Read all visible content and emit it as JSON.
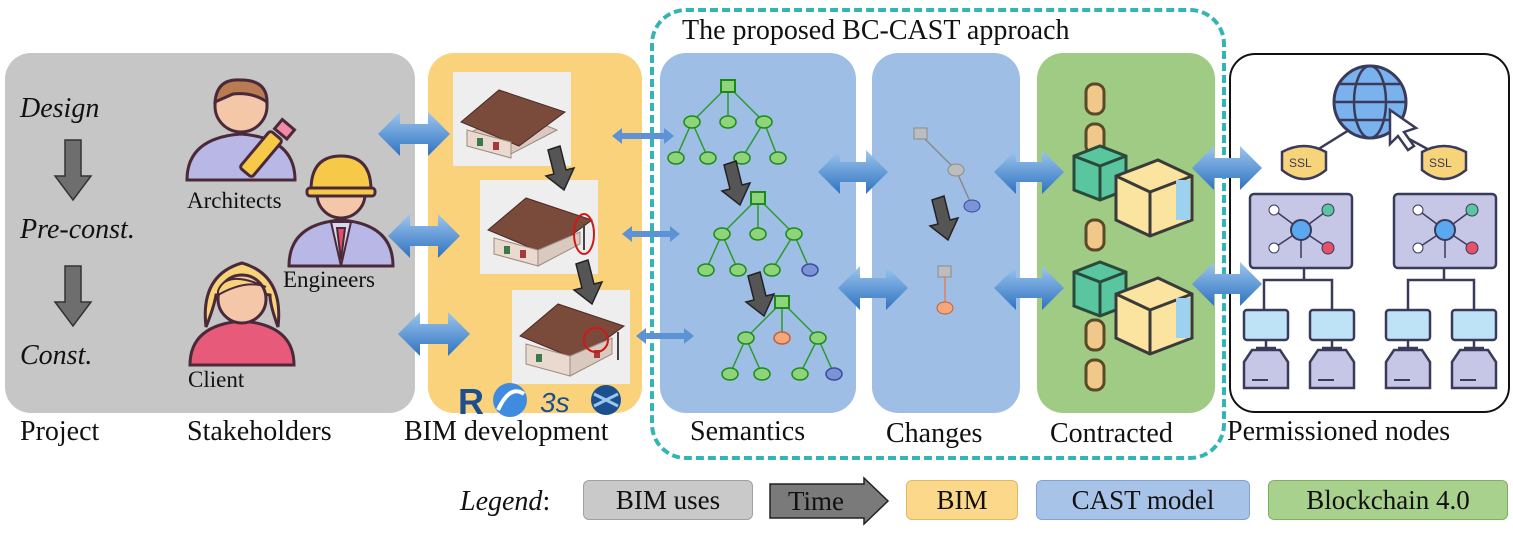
{
  "approach_title": "The proposed BC-CAST approach",
  "phases": [
    "Design",
    "Pre-const.",
    "Const."
  ],
  "roles": [
    "Architects",
    "Engineers",
    "Client"
  ],
  "column_labels": [
    "Project",
    "Stakeholders",
    "BIM development",
    "Semantics",
    "Changes",
    "Contracted",
    "Permissioned nodes"
  ],
  "ssl_label": "SSL",
  "legend": {
    "title": "Legend",
    "colon": ":",
    "items": [
      {
        "label": "BIM uses",
        "color": "#c9c9c9"
      },
      {
        "label": "Time",
        "color": "#7a7a7a"
      },
      {
        "label": "BIM",
        "color": "#fbd88a"
      },
      {
        "label": "CAST model",
        "color": "#a7c4e8"
      },
      {
        "label": "Blockchain 4.0",
        "color": "#a9d18e"
      }
    ]
  },
  "colors": {
    "project_panel": "#c8c8c8",
    "bim_panel": "#fbd27c",
    "cast_panel": "#9dbde6",
    "chain_panel": "#9fcb84",
    "dashed_border": "#33b5b5",
    "tree_node": "#8fd37a",
    "tree_node_blue": "#7c93d6",
    "tree_node_orange": "#f4a77a"
  }
}
